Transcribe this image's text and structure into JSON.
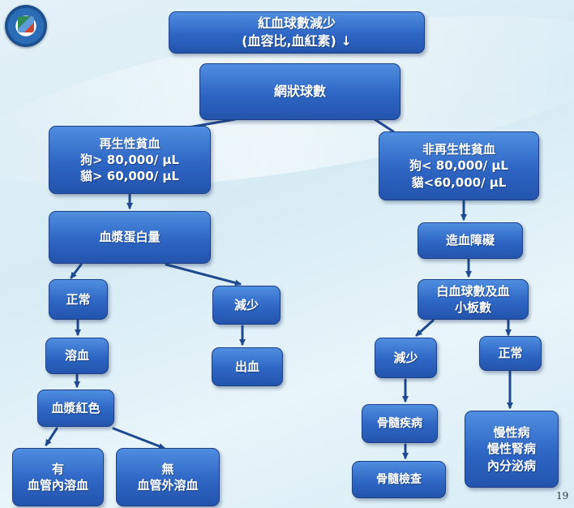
{
  "top": {
    "line1": "紅血球數減少",
    "line2": "(血容比,血紅素)",
    "arrow": "↓"
  },
  "retic": {
    "label": "網狀球數"
  },
  "regen": {
    "line1": "再生性貧血",
    "line2": "狗> 80,000/ μL",
    "line3": "貓> 60,000/ μL"
  },
  "nonregen": {
    "line1": "非再生性貧血",
    "line2": "狗< 80,000/ μL",
    "line3": "貓<60,000/ μL"
  },
  "plasma_protein": {
    "label": "血漿蛋白量"
  },
  "hematopoietic_disorder": {
    "label": "造血障礙"
  },
  "normal_left": {
    "label": "正常"
  },
  "decrease_left": {
    "label": "減少"
  },
  "wbc_platelet": {
    "line1": "白血球數及血",
    "line2": "小板數"
  },
  "hemolysis": {
    "label": "溶血"
  },
  "bleeding": {
    "label": "出血"
  },
  "decrease_right": {
    "label": "減少"
  },
  "normal_right": {
    "label": "正常"
  },
  "plasma_red": {
    "label": "血漿紅色"
  },
  "marrow_disease": {
    "label": "骨髓疾病"
  },
  "chronic": {
    "line1": "慢性病",
    "line2": "慢性腎病",
    "line3": "內分泌病"
  },
  "intravascular": {
    "line1": "有",
    "line2": "血管內溶血"
  },
  "extravascular": {
    "line1": "無",
    "line2": "血管外溶血"
  },
  "marrow_exam": {
    "label": "骨髓檢查"
  },
  "page_number": "19",
  "colors": {
    "box_top": "#4f8ee0",
    "box_bottom": "#2354ad",
    "connector": "#1f4a90"
  }
}
